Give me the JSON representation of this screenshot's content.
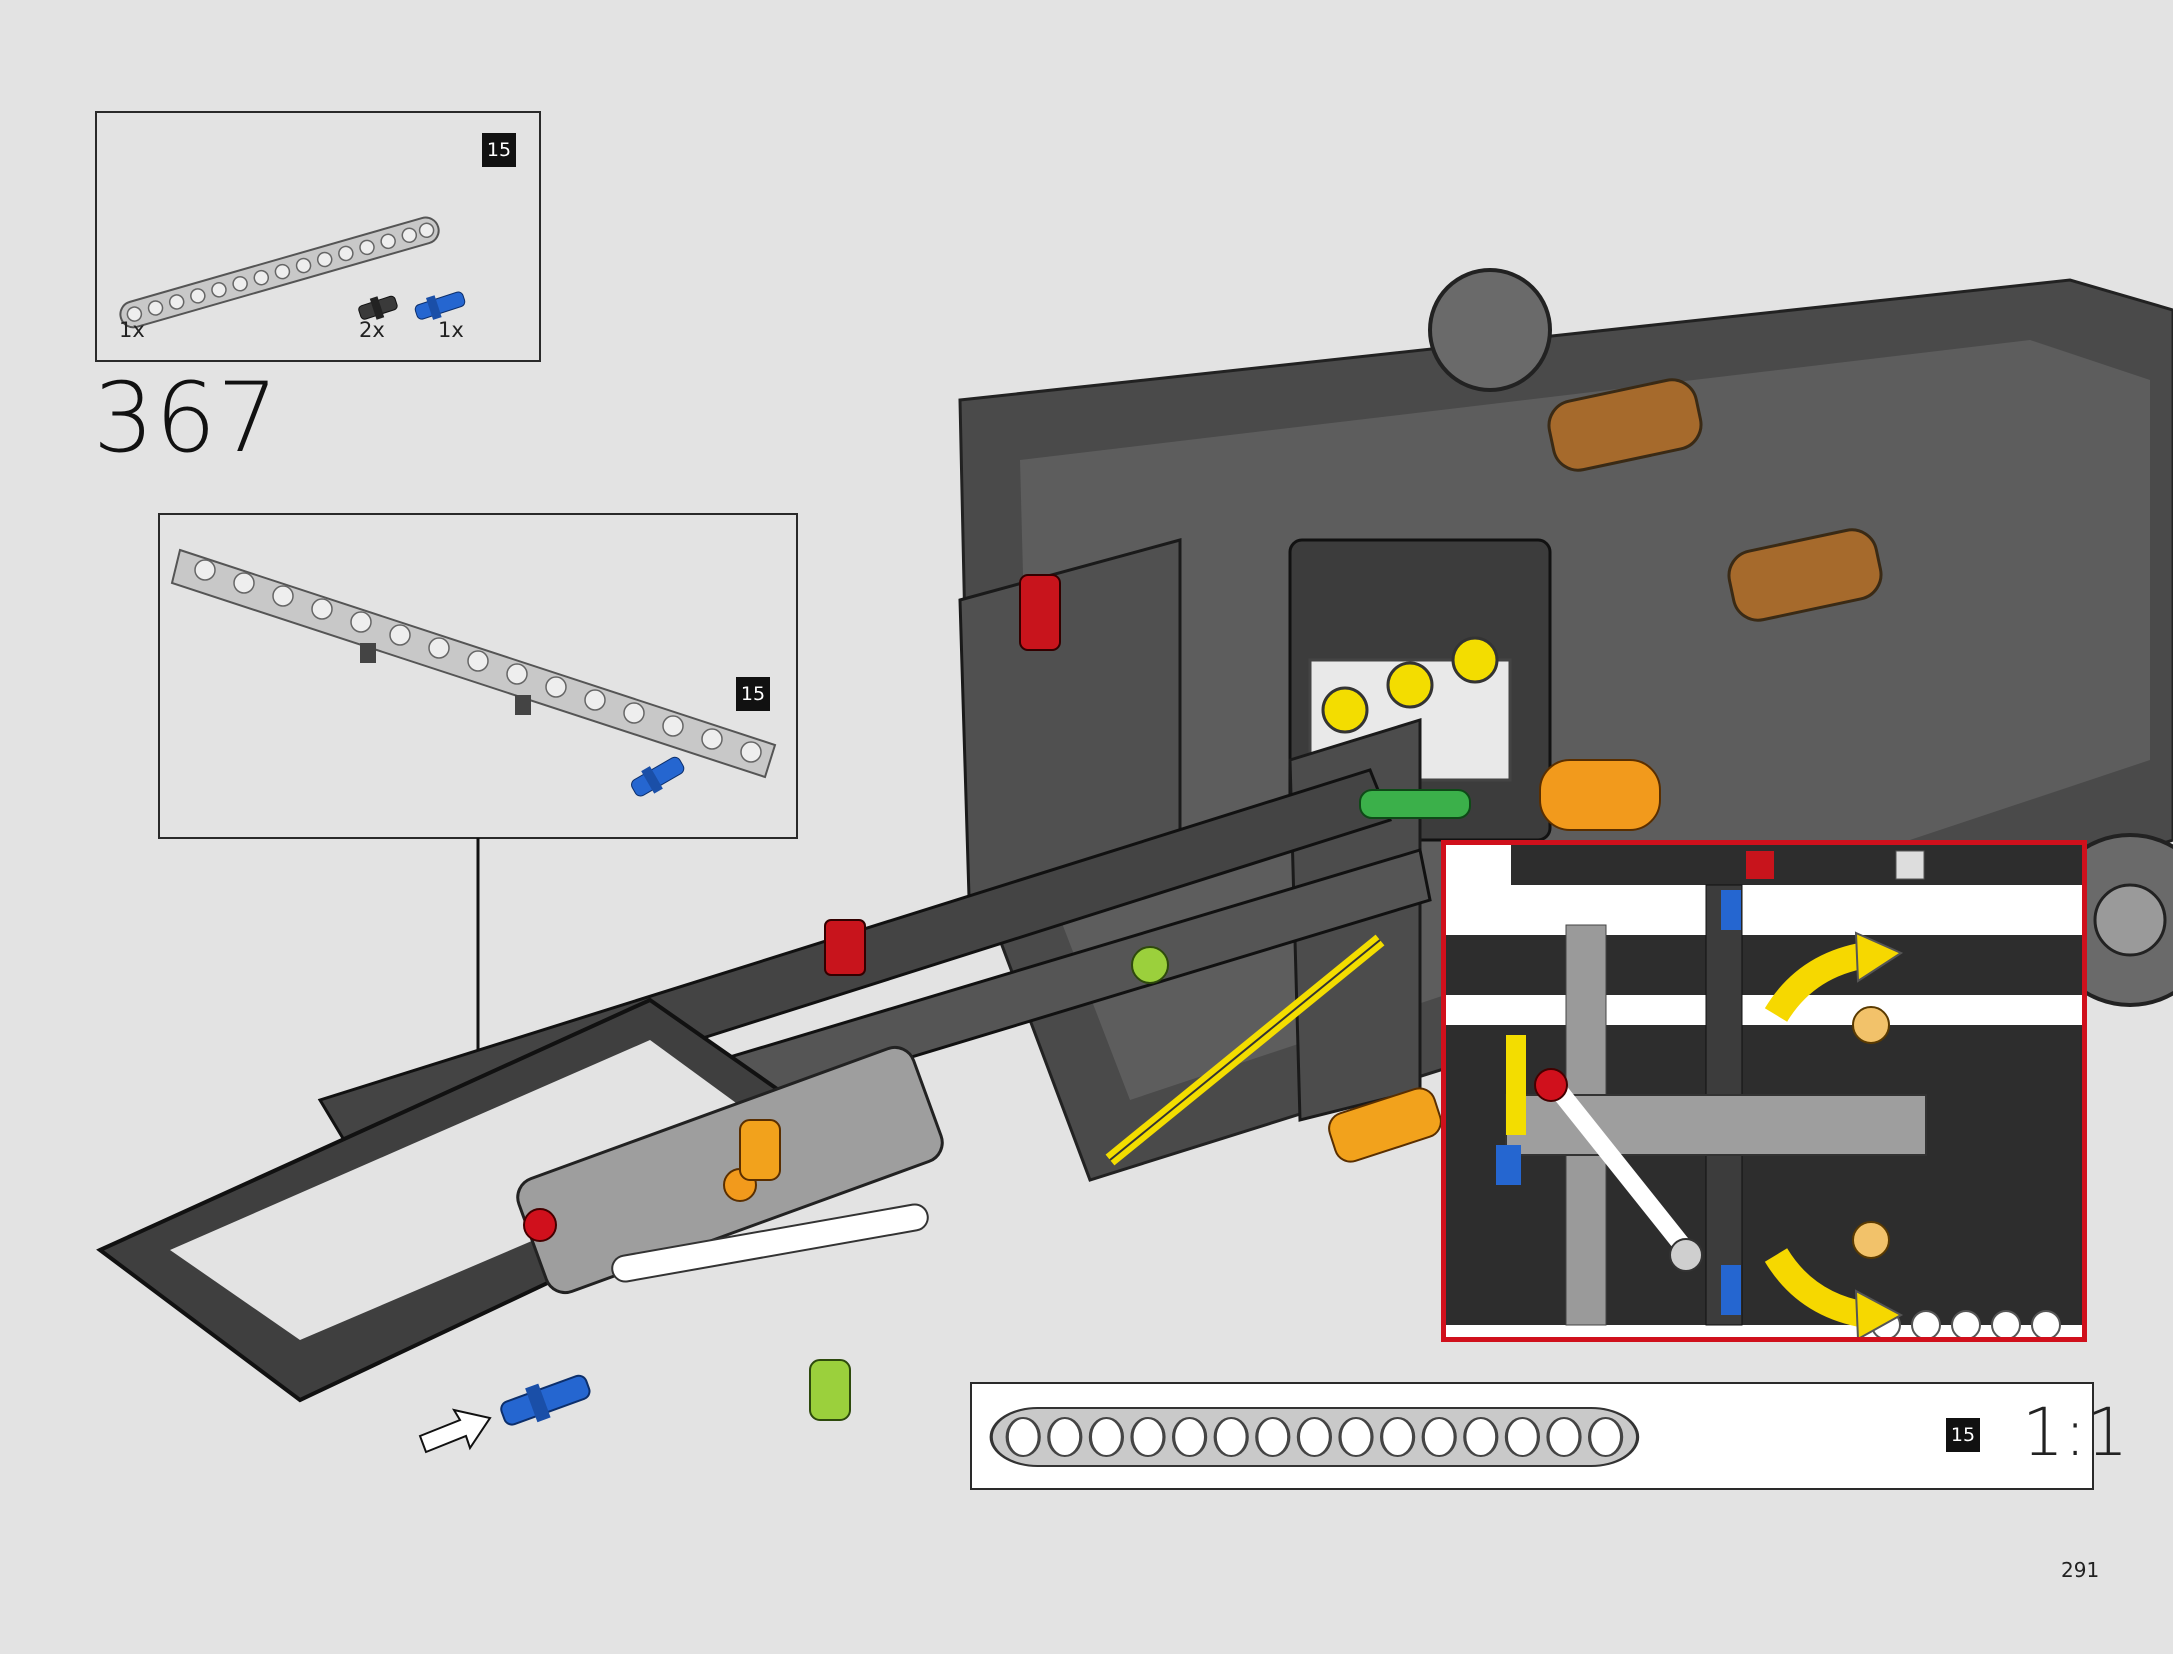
{
  "page": {
    "number": "291"
  },
  "step": {
    "number": "367"
  },
  "parts_callout": {
    "items": [
      {
        "name": "technic-beam-15",
        "length_badge": "15",
        "qty": "1x",
        "color": "#bdbdbd"
      },
      {
        "name": "friction-pin-black",
        "qty": "2x",
        "color": "#3a3a3a"
      },
      {
        "name": "axle-pin-blue",
        "qty": "1x",
        "color": "#1f5fc4"
      }
    ]
  },
  "subassembly": {
    "length_badge": "15"
  },
  "scale_ruler": {
    "length_badge": "15",
    "scale_label": "1:1",
    "holes": 15
  },
  "colors": {
    "background": "#e3e3e3",
    "frame_dark": "#3b3b3b",
    "frame_light": "#a8a8a8",
    "highlight_red": "#d0101c",
    "arrow_yellow": "#f6d800",
    "pin_blue": "#1f5fc4",
    "part_red": "#c8141c",
    "part_orange": "#f29a1c",
    "part_lime": "#9bd03c"
  }
}
